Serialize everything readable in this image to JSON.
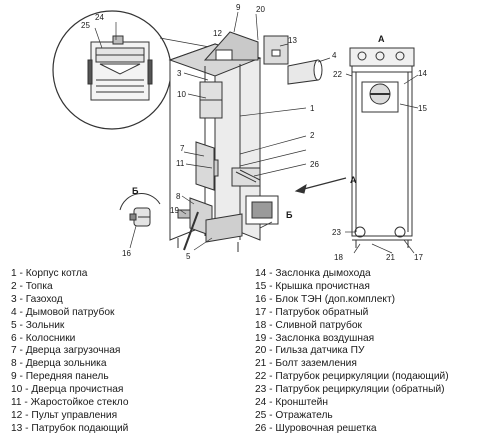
{
  "diagram": {
    "callouts": {
      "n1": "1",
      "n2": "2",
      "n3": "3",
      "n4": "4",
      "n5": "5",
      "n7": "7",
      "n8": "8",
      "n9": "9",
      "n10": "10",
      "n11": "11",
      "n12": "12",
      "n13": "13",
      "n14": "14",
      "n15": "15",
      "n16": "16",
      "n17": "17",
      "n18": "18",
      "n19": "19",
      "n20": "20",
      "n21": "21",
      "n22": "22",
      "n23": "23",
      "n24": "24",
      "n25": "25",
      "n26": "26"
    },
    "view_marks": {
      "a_top": "А",
      "a_arrow": "А",
      "b_side": "Б",
      "b_detail": "Б"
    }
  },
  "legend": {
    "left": [
      "1 - Корпус котла",
      "2 - Топка",
      "3 - Газоход",
      "4 - Дымовой патрубок",
      "5 - Зольник",
      "6 - Колосники",
      "7 - Дверца загрузочная",
      "8 - Дверца зольника",
      "9 - Передняя панель",
      "10 - Дверца прочистная",
      "11 - Жаростойкое стекло",
      "12 - Пульт управления",
      "13 - Патрубок подающий"
    ],
    "right": [
      "14 - Заслонка дымохода",
      "15 - Крышка прочистная",
      "16 - Блок ТЭН (доп.комплект)",
      "17 - Патрубок обратный",
      "18 - Сливной патрубок",
      "19 - Заслонка воздушная",
      "20 - Гильза датчика ПУ",
      "21 - Болт заземления",
      "22 - Патрубок рециркуляции (подающий)",
      "23 - Патрубок рециркуляции (обратный)",
      "24 - Кронштейн",
      "25 - Отражатель",
      "26 - Шуровочная решетка"
    ]
  }
}
